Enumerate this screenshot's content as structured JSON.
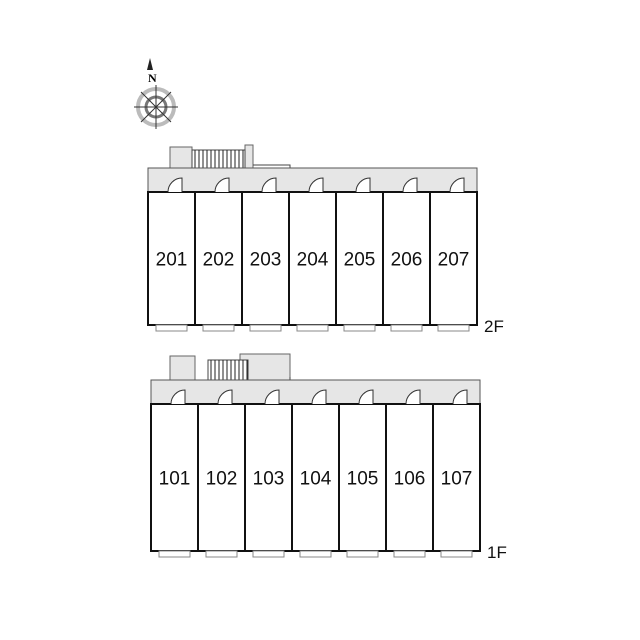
{
  "compass": {
    "north_label": "N"
  },
  "floors": [
    {
      "label": "2F",
      "units": [
        "201",
        "202",
        "203",
        "204",
        "205",
        "206",
        "207"
      ]
    },
    {
      "label": "1F",
      "units": [
        "101",
        "102",
        "103",
        "104",
        "105",
        "106",
        "107"
      ]
    }
  ],
  "colors": {
    "corridor": "#e6e6e6",
    "wall": "#111111",
    "line": "#888888"
  }
}
